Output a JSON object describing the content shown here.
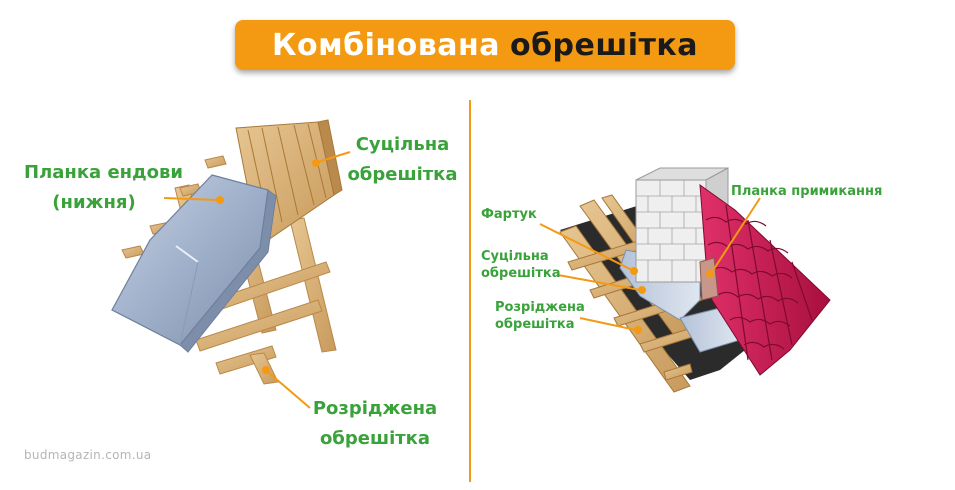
{
  "title": {
    "part1": "Комбінована",
    "part2": "обрешітка"
  },
  "left_diagram": {
    "label_valley_line1": "Планка ендови",
    "label_valley_line2": "(нижня)",
    "label_solid_line1": "Суцільна",
    "label_solid_line2": "обрешітка",
    "label_sparse_line1": "Розріджена",
    "label_sparse_line2": "обрешітка"
  },
  "right_diagram": {
    "label_apron": "Фартук",
    "label_solid_line1": "Суцільна",
    "label_solid_line2": "обрешітка",
    "label_sparse_line1": "Розріджена",
    "label_sparse_line2": "обрешітка",
    "label_abutment": "Планка примикання"
  },
  "watermark": "budmagazin.com.ua",
  "colors": {
    "accent_orange": "#f39a12",
    "label_green": "#3aa23a",
    "wood": "#d9b47a",
    "metal": "#a9b7cf",
    "tile_red": "#c8174f",
    "membrane": "#2b2b2b"
  }
}
